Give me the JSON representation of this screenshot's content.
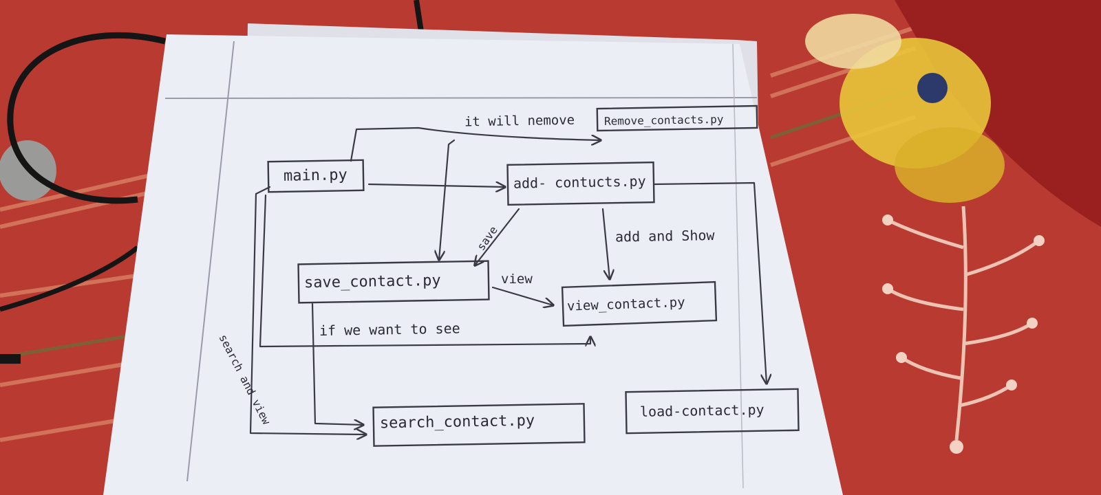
{
  "diagram": {
    "nodes": {
      "main": "main.py",
      "remove": "Remove_contacts.py",
      "add": "add- contucts.py",
      "save": "save_contact.py",
      "view": "view_contact.py",
      "search": "search_contact.py",
      "load": "load-contact.py"
    },
    "edge_labels": {
      "remove": "it will nemove",
      "save": "save",
      "add_show": "add and Show",
      "view": "view",
      "see": "if we want to see",
      "search_view": "search and view"
    }
  }
}
